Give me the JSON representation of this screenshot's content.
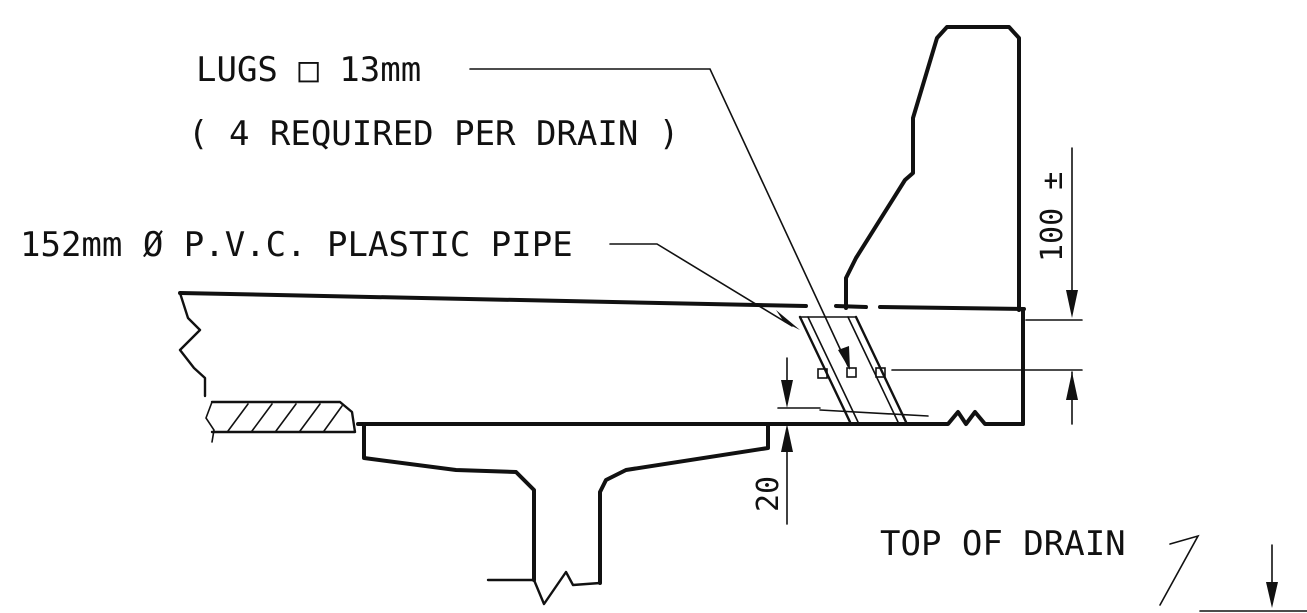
{
  "labels": {
    "lugs": "LUGS □  13mm",
    "lugs_note": "( 4 REQUIRED PER DRAIN )",
    "pipe": "152mm  Ø P.V.C. PLASTIC PIPE",
    "top_of_drain": "TOP OF DRAIN"
  },
  "dimensions": {
    "barrier_offset": "100 ±",
    "deck_gap": "20"
  },
  "colors": {
    "ink": "#111111",
    "paper": "#ffffff"
  }
}
